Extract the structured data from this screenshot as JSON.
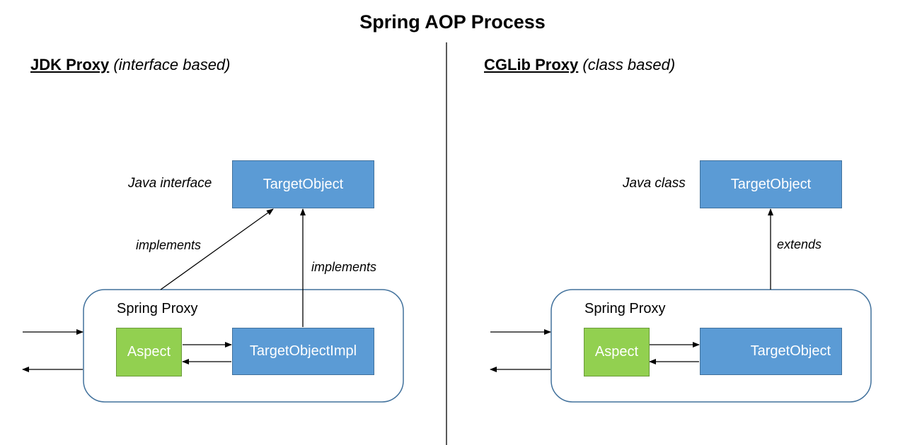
{
  "title": "Spring AOP Process",
  "left": {
    "heading_bold": "JDK Proxy",
    "heading_italic": "(interface based)",
    "target_label": "Java interface",
    "target_box": "TargetObject",
    "edge_label_1": "implements",
    "edge_label_2": "implements",
    "proxy_label": "Spring Proxy",
    "aspect_box": "Aspect",
    "impl_box": "TargetObjectImpl"
  },
  "right": {
    "heading_bold": "CGLib Proxy",
    "heading_italic": "(class based)",
    "target_label": "Java class",
    "target_box": "TargetObject",
    "edge_label": "extends",
    "proxy_label": "Spring Proxy",
    "aspect_box": "Aspect",
    "impl_box": "TargetObject"
  },
  "colors": {
    "blue": "#5b9bd5",
    "green": "#92d050",
    "proxy_border": "#41719c"
  }
}
